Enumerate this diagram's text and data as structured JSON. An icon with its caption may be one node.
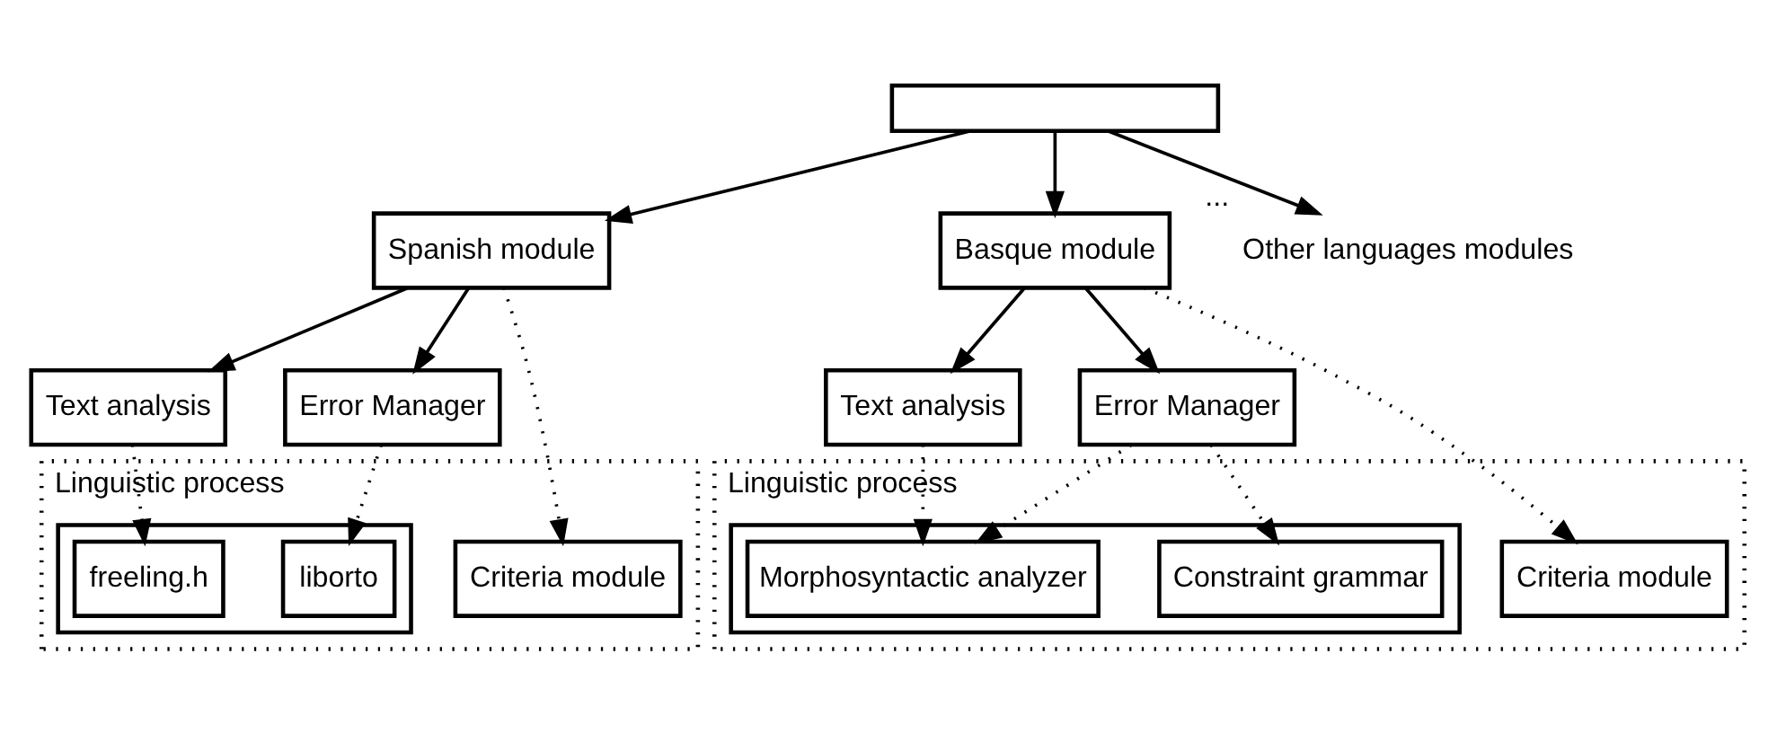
{
  "diagram": {
    "nodes": [
      {
        "text": [],
        "shape": "box"
      },
      {
        "text": [
          "Spanish module"
        ]
      },
      {
        "text": [
          "Basque module"
        ]
      },
      {
        "text": [
          "Other languages modules"
        ],
        "beside": [
          "..."
        ]
      },
      {
        "text": [
          "Text analysis"
        ]
      },
      {
        "text": [
          "Error Manager"
        ]
      },
      {
        "text": [
          "Text analysis"
        ]
      },
      {
        "text": [
          "Error Manager"
        ]
      },
      {
        "text": [
          "Linguistic process"
        ]
      },
      {
        "text": [],
        "shape": "box",
        "in": 8
      },
      {
        "text": [
          "freeling.h"
        ],
        "in": 9
      },
      {
        "text": [
          "liborto"
        ],
        "in": 9
      },
      {
        "text": [
          "Criteria module"
        ],
        "in": 8
      },
      {
        "text": [
          "Linguistic process"
        ]
      },
      {
        "text": [],
        "shape": "box",
        "in": 13
      },
      {
        "text": [
          "Morphosyntactic analyzer"
        ],
        "in": 14
      },
      {
        "text": [
          "Constraint grammar"
        ],
        "in": 14
      },
      {
        "text": [
          "Criteria module"
        ],
        "in": 13
      }
    ],
    "edges": [
      {
        "from": 0,
        "to": 1,
        "arrow": "to"
      },
      {
        "from": 0,
        "to": 2,
        "arrow": "to"
      },
      {
        "from": 0,
        "to": 3,
        "arrow": "to"
      },
      {
        "from": 1,
        "to": 4,
        "arrow": "to"
      },
      {
        "from": 1,
        "to": 5,
        "arrow": "to"
      },
      {
        "from": 1,
        "to": 12,
        "arrow": "to",
        "style": "dashed"
      },
      {
        "from": 2,
        "to": 6,
        "arrow": "to"
      },
      {
        "from": 2,
        "to": 7,
        "arrow": "to"
      },
      {
        "from": 2,
        "to": 17,
        "arrow": "to",
        "style": "dashed"
      },
      {
        "from": 4,
        "to": 10,
        "arrow": "to",
        "style": "dashed"
      },
      {
        "from": 5,
        "to": 11,
        "arrow": "to",
        "style": "dashed"
      },
      {
        "from": 6,
        "to": 15,
        "arrow": "to",
        "style": "dashed"
      },
      {
        "from": 7,
        "to": 15,
        "arrow": "to",
        "style": "dashed"
      },
      {
        "from": 7,
        "to": 16,
        "arrow": "to",
        "style": "dashed"
      }
    ]
  }
}
